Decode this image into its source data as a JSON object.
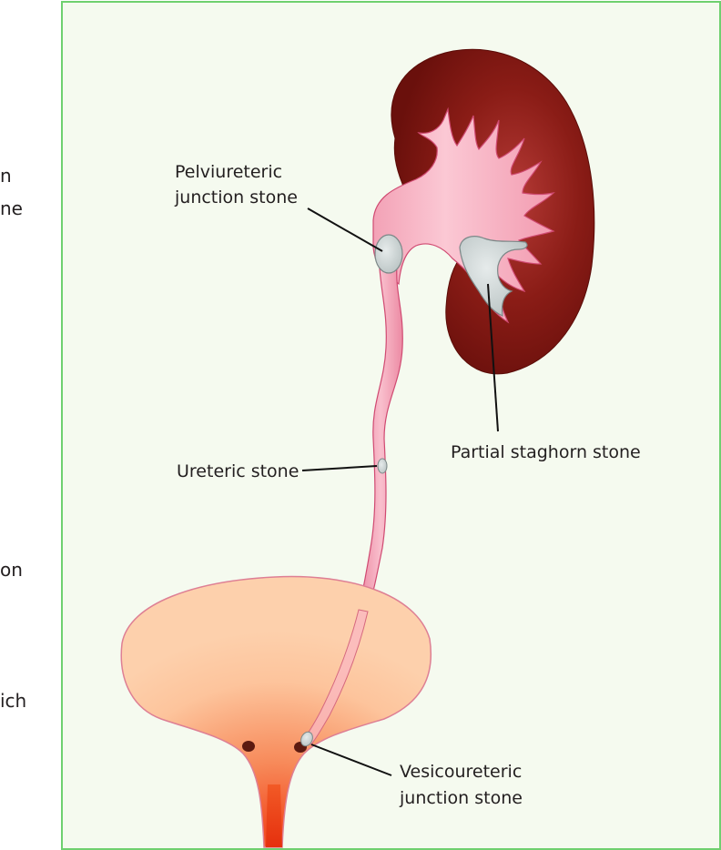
{
  "margin_fragments": [
    "n",
    "ne",
    "on",
    "ich"
  ],
  "labels": {
    "pelviureteric_line1": "Pelviureteric",
    "pelviureteric_line2": "junction stone",
    "partial_staghorn": "Partial staghorn stone",
    "ureteric": "Ureteric stone",
    "vesicoureteric_line1": "Vesicoureteric",
    "vesicoureteric_line2": "junction stone"
  },
  "colors": {
    "panel_border": "#6fd06f",
    "panel_background": "#f5faef",
    "kidney": "#7a1410",
    "pelvis_ureter": "#f7b6c6",
    "stone": "#cfd6d6",
    "bladder": "#fcc9a0",
    "bladder_neck": "#f2461c"
  }
}
